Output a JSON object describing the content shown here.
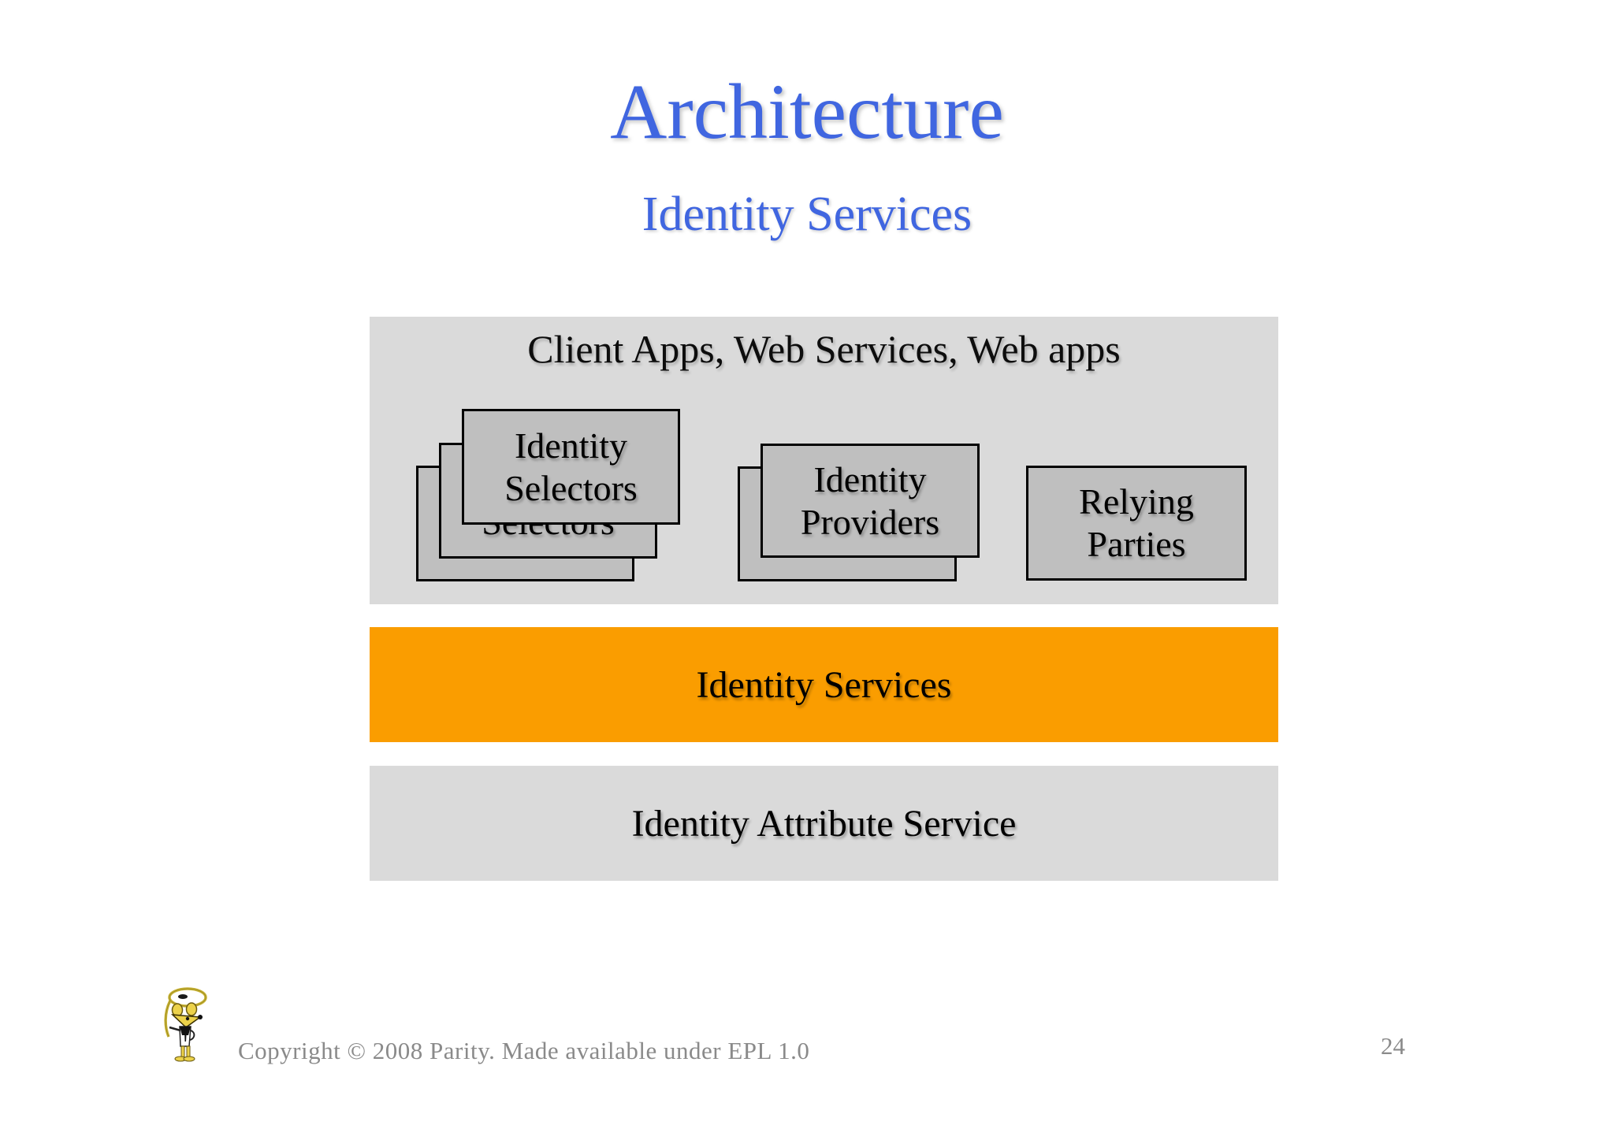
{
  "slide": {
    "title": "Architecture",
    "subtitle": "Identity Services",
    "footer_copyright": "Copyright © 2008 Parity. Made available under EPL 1.0",
    "page_number": "24"
  },
  "diagram": {
    "client_layer": {
      "title": "Client Apps, Web Services, Web apps",
      "selectors_label": "Identity Selectors",
      "providers_label": "Identity Providers",
      "relying_parties_label": "Relying Parties",
      "selectors_stack_count": 3,
      "providers_stack_count": 2
    },
    "services_layer": {
      "label": "Identity Services"
    },
    "attribute_layer": {
      "label": "Identity Attribute Service"
    }
  },
  "icons": {
    "footer_logo": "parity-mascot-logo"
  },
  "colors": {
    "title_blue": "#4066e0",
    "layer_gray": "#dadada",
    "box_gray": "#bfbfbf",
    "box_border_black": "#000000",
    "services_orange": "#fa9d00",
    "footer_text_gray": "#8a8a8a",
    "background_white": "#ffffff"
  }
}
